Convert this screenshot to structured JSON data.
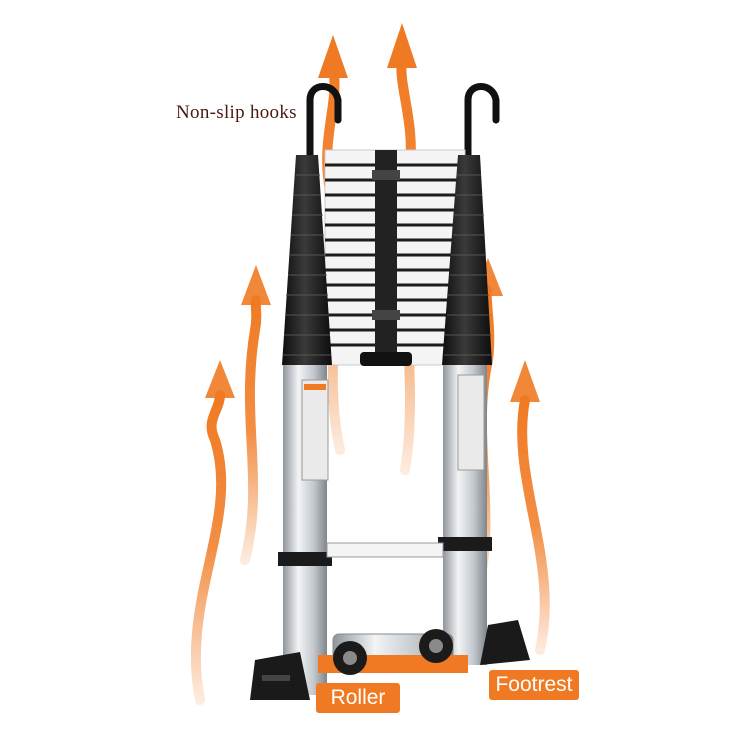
{
  "labels": {
    "hooks": "Non-slip hooks",
    "roller": "Roller",
    "footrest": "Footrest"
  },
  "colors": {
    "arrow": "#f07a23",
    "tag_bg": "#f07a23",
    "caption_text": "#4a1a0e",
    "rail_black": "#1b1b1b",
    "tube_silver": "#cfd3d7",
    "rung_white": "#f4f4f4"
  },
  "icons": [
    "up-arrow-icon",
    "hook-icon",
    "wheel-icon",
    "foot-pad-icon"
  ]
}
